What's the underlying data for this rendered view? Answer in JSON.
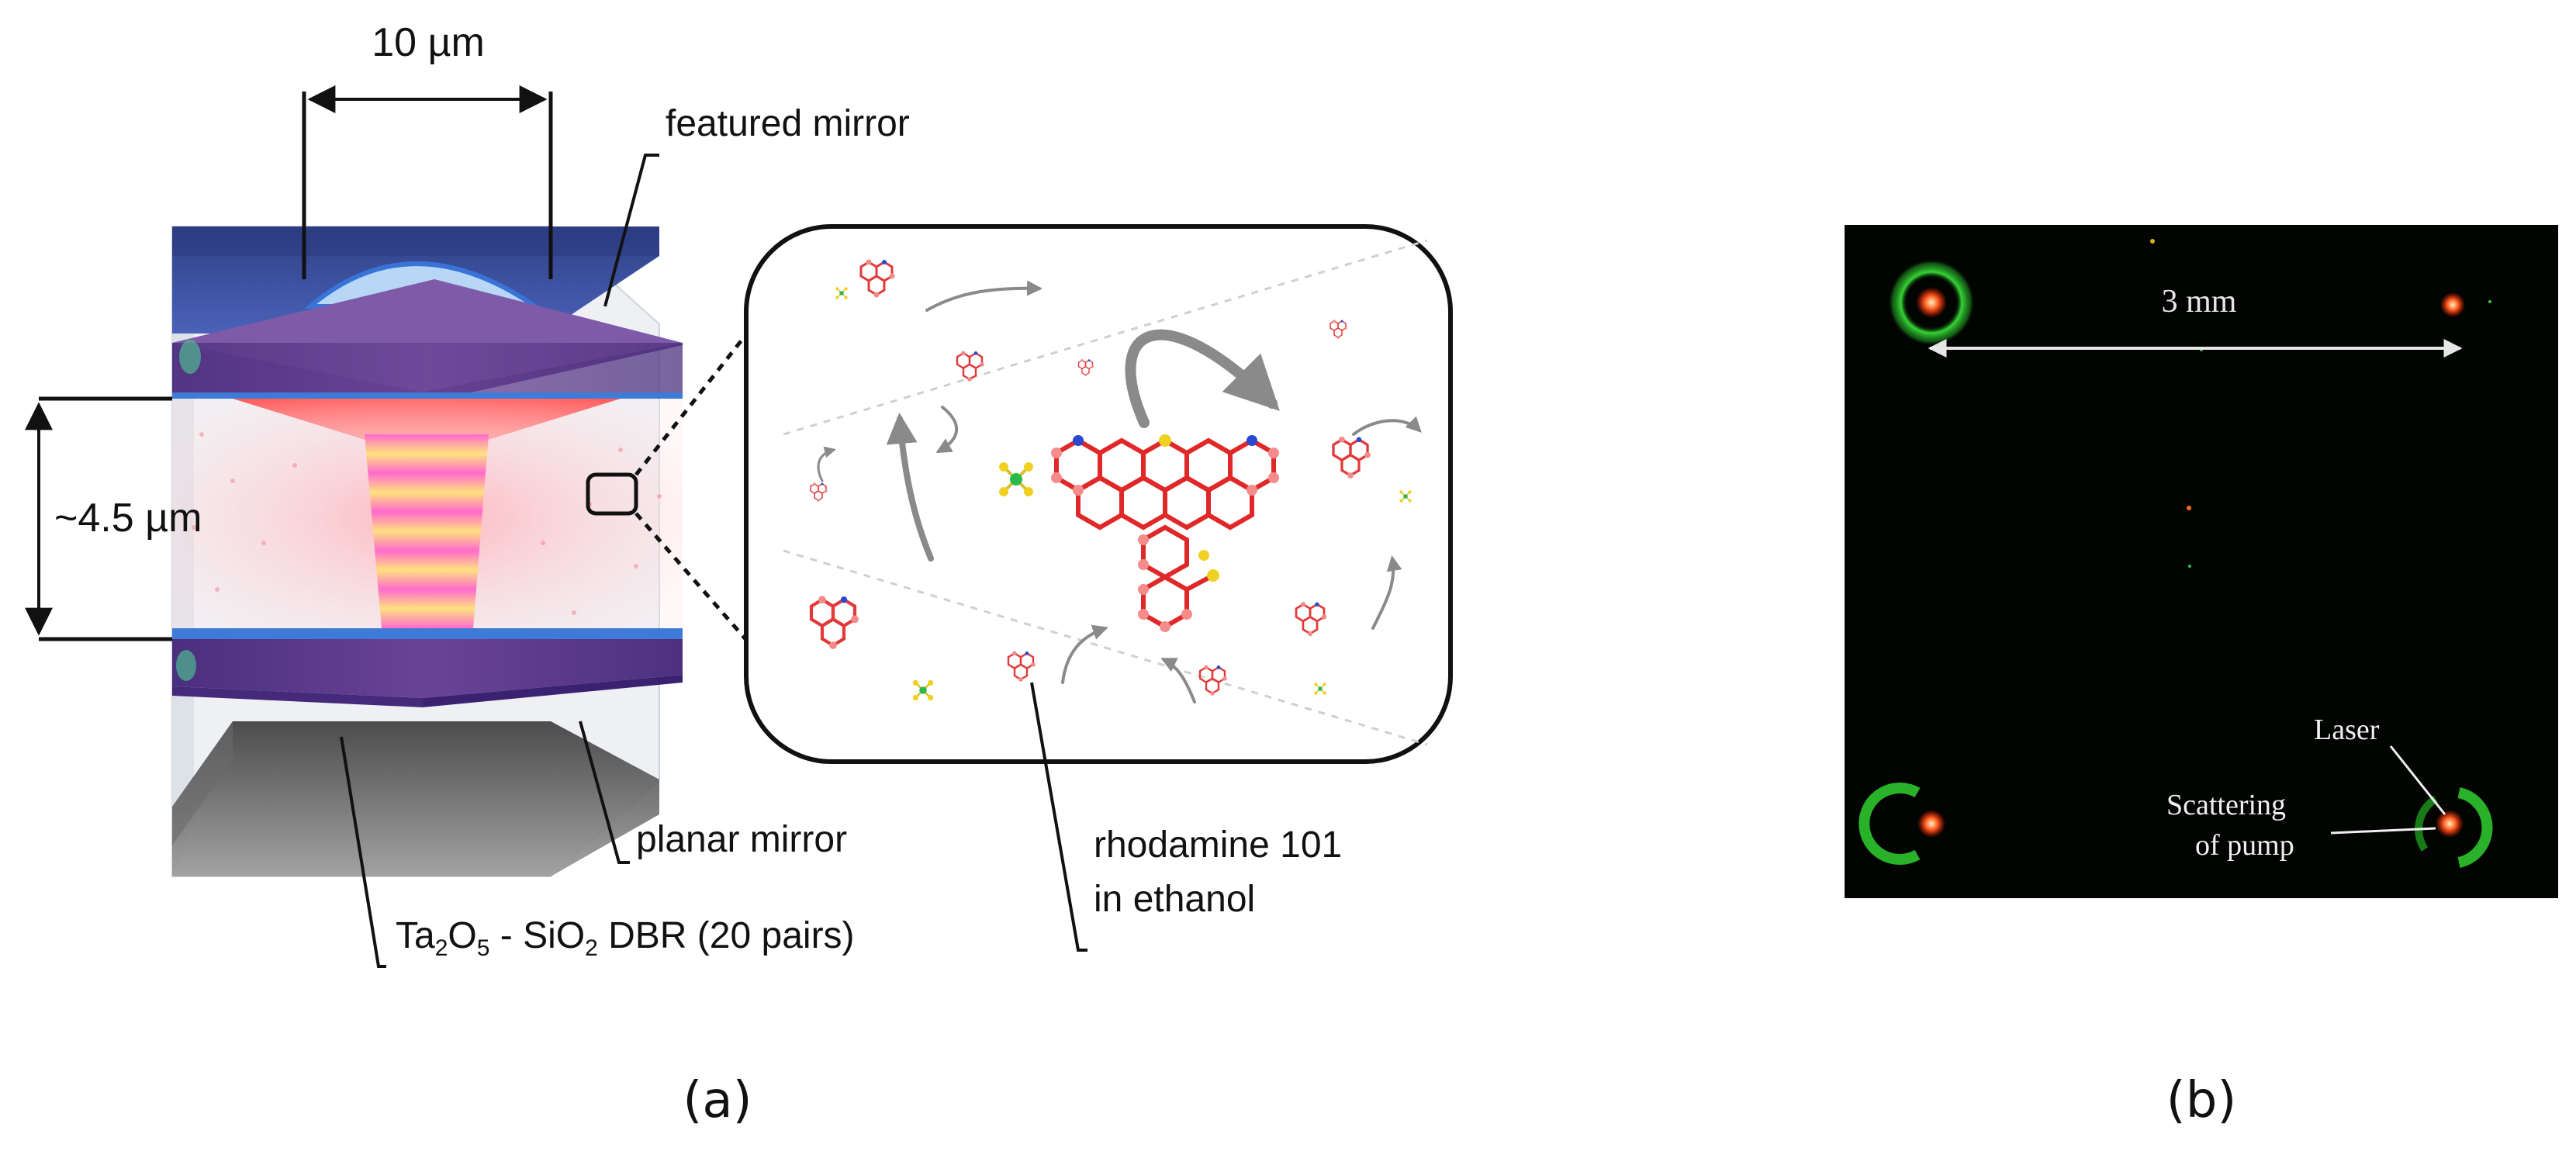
{
  "panel_a": {
    "caption": "(a)",
    "labels": {
      "width": "10 µm",
      "featured_mirror": "featured mirror",
      "cavity_length": "~4.5 µm",
      "planar_mirror": "planar mirror",
      "dbr_ta": "Ta",
      "dbr_ta_sub": "2",
      "dbr_o": "O",
      "dbr_o_sub": "5",
      "dbr_sio": " - SiO",
      "dbr_sio_sub": "2",
      "dbr_rest": " DBR (20 pairs)",
      "dye_line1": "rhodamine 101",
      "dye_line2": "in ethanol"
    }
  },
  "panel_b": {
    "caption": "(b)",
    "labels": {
      "scale": "3 mm",
      "laser": "Laser",
      "scatter_line1": "Scattering",
      "scatter_line2": "of pump"
    }
  },
  "colors": {
    "mirror": "#5b3a8a",
    "mirror_edge": "#3e7bd6",
    "laser_red": "#e8232a",
    "fluor_green": "#3cd23c",
    "photo_bg": "#020402"
  }
}
